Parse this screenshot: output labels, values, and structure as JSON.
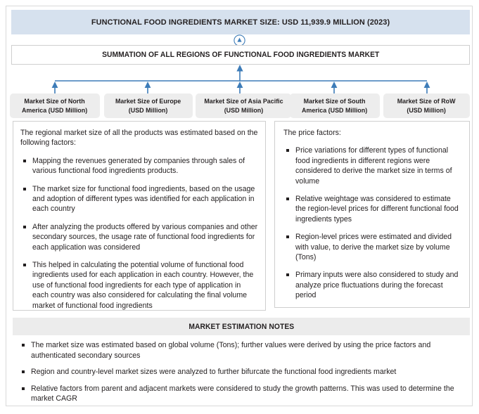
{
  "header": {
    "title": "FUNCTIONAL FOOD INGREDIENTS MARKET SIZE: USD 11,939.9 MILLION (2023)",
    "bar_color": "#d6e1ee"
  },
  "summation": {
    "title": "SUMMATION OF ALL REGIONS OF FUNCTIONAL FOOD INGREDIENTS MARKET"
  },
  "icons": {
    "circle_up_arrow": "circle-up-arrow-icon"
  },
  "connector_color": "#3d7cb8",
  "regions": [
    {
      "label": "Market Size of North America (USD Million)",
      "line1": "Market Size of North",
      "line2": "America (USD Million)"
    },
    {
      "label": "Market Size of Europe (USD Million)",
      "line1": "Market Size of Europe",
      "line2": "(USD Million)"
    },
    {
      "label": "Market Size of Asia Pacific (USD Million)",
      "line1": "Market Size of Asia Pacific",
      "line2": "(USD Million)"
    },
    {
      "label": "Market Size of South America (USD Million)",
      "line1": "Market Size of South",
      "line2": "America (USD Million)"
    },
    {
      "label": "Market Size of RoW (USD Million)",
      "line1": "Market Size of RoW",
      "line2": "(USD Million)"
    }
  ],
  "left_panel": {
    "intro": "The regional market size of all the products was estimated based on the following factors:",
    "bullets": [
      "Mapping the revenues generated by companies through sales of various functional food ingredients products.",
      "The market size for functional food ingredients, based on the usage and adoption of different types was identified for each application in each country",
      "After analyzing the products offered by various companies and other secondary sources, the usage rate of functional food ingredients for each application was considered",
      "This helped in calculating the potential volume of functional food ingredients used for each application in each country. However, the use of functional food ingredients for each type of application in each country was also considered for calculating the final volume market of functional food ingredients"
    ]
  },
  "right_panel": {
    "intro": "The price factors:",
    "bullets": [
      "Price variations for different types of functional food ingredients in different regions were considered to derive the market size in terms of volume",
      "Relative weightage was considered to estimate the region-level prices for different functional food ingredients types",
      "Region-level prices were estimated and divided with value, to derive the market size by volume (Tons)",
      "Primary inputs were also considered to study and analyze price fluctuations during the forecast period"
    ]
  },
  "notes": {
    "title": "MARKET ESTIMATION NOTES",
    "bullets": [
      "The market size was estimated based on global volume (Tons); further values were derived by using the price factors and authenticated secondary sources",
      "Region and country-level market sizes were analyzed to further bifurcate the functional food ingredients market",
      "Relative factors from parent and adjacent markets were considered to study the growth patterns. This was used to determine the market CAGR"
    ]
  }
}
